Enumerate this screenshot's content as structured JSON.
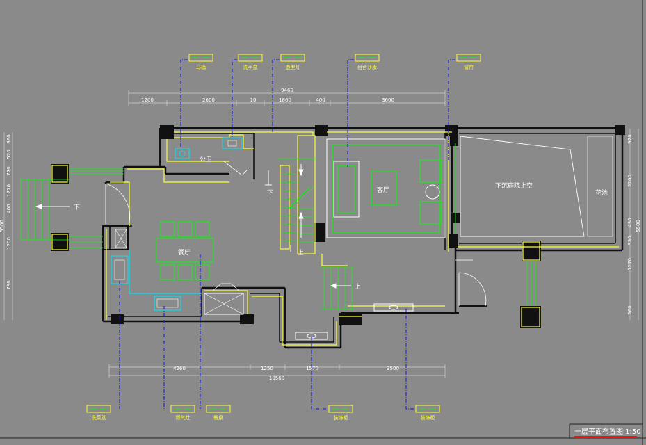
{
  "drawing": {
    "title": "一层平面布置图 1:50",
    "colors": {
      "background": "#8a8a8a",
      "wall": "#111111",
      "outline_yellow": "#ffff33",
      "furniture_green": "#00ff00",
      "leader_blue": "#1010ee",
      "cyan": "#00e5ff",
      "white": "#ffffff",
      "title_underline": "#ff1010"
    }
  },
  "dimensions": {
    "top_total": "9460",
    "top_segments": [
      "1200",
      "2600",
      "10",
      "1860",
      "400",
      "3600"
    ],
    "bottom_total": "10560",
    "bottom_segments": [
      "4260",
      "1250",
      "1570",
      "3500"
    ],
    "left_segments": [
      "860",
      "520",
      "770",
      "1270",
      "400",
      "1200",
      "790"
    ],
    "left_total": "5500",
    "right_segments": [
      "920",
      "2100",
      "430",
      "350",
      "1270",
      "260"
    ],
    "right_total": "5500"
  },
  "rooms": {
    "bathroom": "公卫",
    "living_room": "客厅",
    "dining_room": "餐厅",
    "sunken_above": "下沉庭院上空",
    "planter": "花池"
  },
  "stairs": {
    "down_label": "下",
    "up_label": "上",
    "entry_down_label": "下"
  },
  "callouts_top": [
    {
      "label": "马桶"
    },
    {
      "label": "洗手盆"
    },
    {
      "label": "造型灯"
    },
    {
      "label": "组合沙发"
    },
    {
      "label": "窗帘"
    }
  ],
  "callouts_bottom": [
    {
      "label": "洗菜盆"
    },
    {
      "label": "燃气灶"
    },
    {
      "label": "餐桌"
    },
    {
      "label": "装饰柜"
    },
    {
      "label": "装饰柜"
    }
  ]
}
